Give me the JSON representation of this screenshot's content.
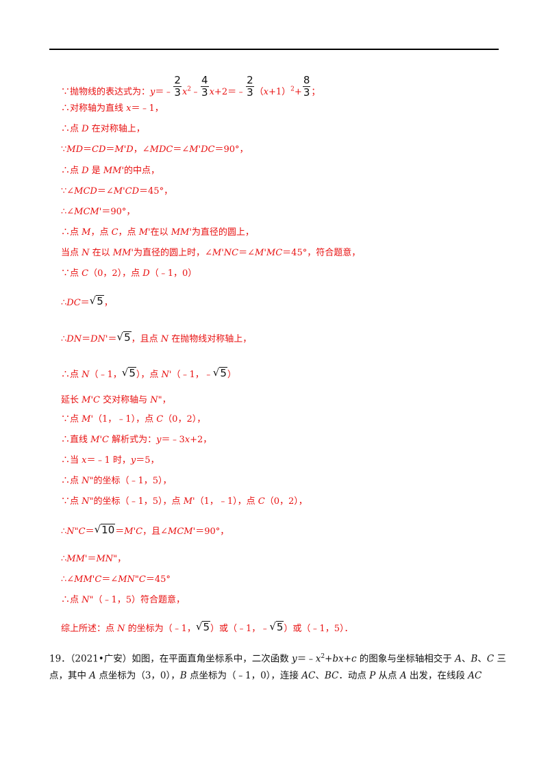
{
  "lines": {
    "l1": {
      "a": "∵抛物线的表达式为：",
      "b": "y",
      "c": "＝﹣",
      "f1n": "2",
      "f1d": "3",
      "d": "x",
      "e": "﹣",
      "f2n": "4",
      "f2d": "3",
      "g": "x",
      "h": "+2＝﹣",
      "f3n": "2",
      "f3d": "3",
      "i": "（",
      "j": "x",
      "k": "+1）",
      "l": "+",
      "f4n": "8",
      "f4d": "3",
      "m": "；"
    },
    "l2": {
      "a": "∴对称轴为直线 ",
      "b": "x",
      "c": "＝﹣1，"
    },
    "l3": {
      "a": "∴点 ",
      "b": "D",
      "c": " 在对称轴上，"
    },
    "l4": {
      "a": "∵",
      "b": "MD",
      "c": "＝",
      "d": "CD",
      "e": "＝",
      "f": "M'D",
      "g": "，∠",
      "h": "MDC",
      "i": "＝∠",
      "j": "M'DC",
      "k": "＝90°，"
    },
    "l5": {
      "a": "∴点 ",
      "b": "D",
      "c": " 是 ",
      "d": "MM'",
      "e": "的中点，"
    },
    "l6": {
      "a": "∵∠",
      "b": "MCD",
      "c": "＝∠",
      "d": "M'CD",
      "e": "＝45°，"
    },
    "l7": {
      "a": "∴∠",
      "b": "MCM'",
      "c": "＝90°，"
    },
    "l8": {
      "a": "∴点 ",
      "b": "M",
      "c": "，点 ",
      "d": "C",
      "e": "，点 ",
      "f": "M'",
      "g": "在以 ",
      "h": "MM'",
      "i": "为直径的圆上，"
    },
    "l9": {
      "a": "当点 ",
      "b": "N",
      "c": " 在以 ",
      "d": "MM'",
      "e": "为直径的圆上时，∠",
      "f": "M'NC",
      "g": "＝∠",
      "h": "M'MC",
      "i": "＝45°，符合题意，"
    },
    "l10": {
      "a": "∵点 ",
      "b": "C",
      "c": "（0，2），点 ",
      "d": "D",
      "e": "（﹣1，0）"
    },
    "l11": {
      "a": "∴",
      "b": "DC",
      "c": "＝",
      "s1": "5",
      "d": "，"
    },
    "l12": {
      "a": "∴",
      "b": "DN",
      "c": "＝",
      "d": "DN'",
      "e": "＝",
      "s1": "5",
      "f": "，且点 ",
      "g": "N",
      "h": " 在抛物线对称轴上，"
    },
    "l13": {
      "a": "∴点 ",
      "b": "N",
      "c": "（﹣1，",
      "s1": "5",
      "d": "），点 ",
      "e": "N'",
      "f": "（﹣1，﹣",
      "s2": "5",
      "g": "）"
    },
    "l14": {
      "a": "延长 ",
      "b": "M'C",
      "c": " 交对称轴与 ",
      "d": "N\"",
      "e": "，"
    },
    "l15": {
      "a": "∵点 ",
      "b": "M'",
      "c": "（1，﹣1），点 ",
      "d": "C",
      "e": "（0，2），"
    },
    "l16": {
      "a": "∴直线 ",
      "b": "M'C",
      "c": " 解析式为：",
      "d": "y",
      "e": "＝﹣3",
      "f": "x",
      "g": "+2，"
    },
    "l17": {
      "a": "∴当 ",
      "b": "x",
      "c": "＝﹣1 时，",
      "d": "y",
      "e": "＝5，"
    },
    "l18": {
      "a": "∴点 ",
      "b": "N\"",
      "c": "的坐标（﹣1，5），"
    },
    "l19": {
      "a": "∵点 ",
      "b": "N\"",
      "c": "的坐标（﹣1，5），点 ",
      "d": "M'",
      "e": "（1，﹣1），点 ",
      "f": "C",
      "g": "（0，2），"
    },
    "l20": {
      "a": "∴",
      "b": "N\"C",
      "c": "＝",
      "s1": "10",
      "d": "＝",
      "e": "M'C",
      "f": "，且∠",
      "g": "MCM'",
      "h": "＝90°，"
    },
    "l21": {
      "a": "∴",
      "b": "MM'",
      "c": "＝",
      "d": "MN\"",
      "e": "，"
    },
    "l22": {
      "a": "∴∠",
      "b": "MM'C",
      "c": "＝∠",
      "d": "MN\"C",
      "e": "＝45°"
    },
    "l23": {
      "a": "∴点 ",
      "b": "N\"",
      "c": "（﹣1，5）符合题意，"
    },
    "l24": {
      "a": "综上所述：点 ",
      "b": "N",
      "c": " 的坐标为（﹣1，",
      "s1": "5",
      "d": "）或（﹣1，﹣",
      "s2": "5",
      "e": "）或（﹣1，5）．"
    }
  },
  "problem": {
    "p1": {
      "a": "19．（2021•广安）如图，在平面直角坐标系中，二次函数 ",
      "b": "y",
      "c": "＝﹣",
      "d": "x",
      "e": "+",
      "f": "bx",
      "g": "+",
      "h": "c",
      "i": " 的图象与坐标轴相交于 ",
      "j": "A",
      "k": "、",
      "l": "B",
      "m": "、",
      "n": "C",
      "o": " 三"
    },
    "p2": {
      "a": "点，其中 ",
      "b": "A",
      "c": " 点坐标为（3，0），",
      "d": "B",
      "e": " 点坐标为（﹣1，0），连接 ",
      "f": "AC",
      "g": "、",
      "h": "BC",
      "i": "．动点 ",
      "j": "P",
      "k": " 从点 ",
      "l": "A",
      "m": " 出发，在线段 ",
      "n": "AC"
    }
  }
}
